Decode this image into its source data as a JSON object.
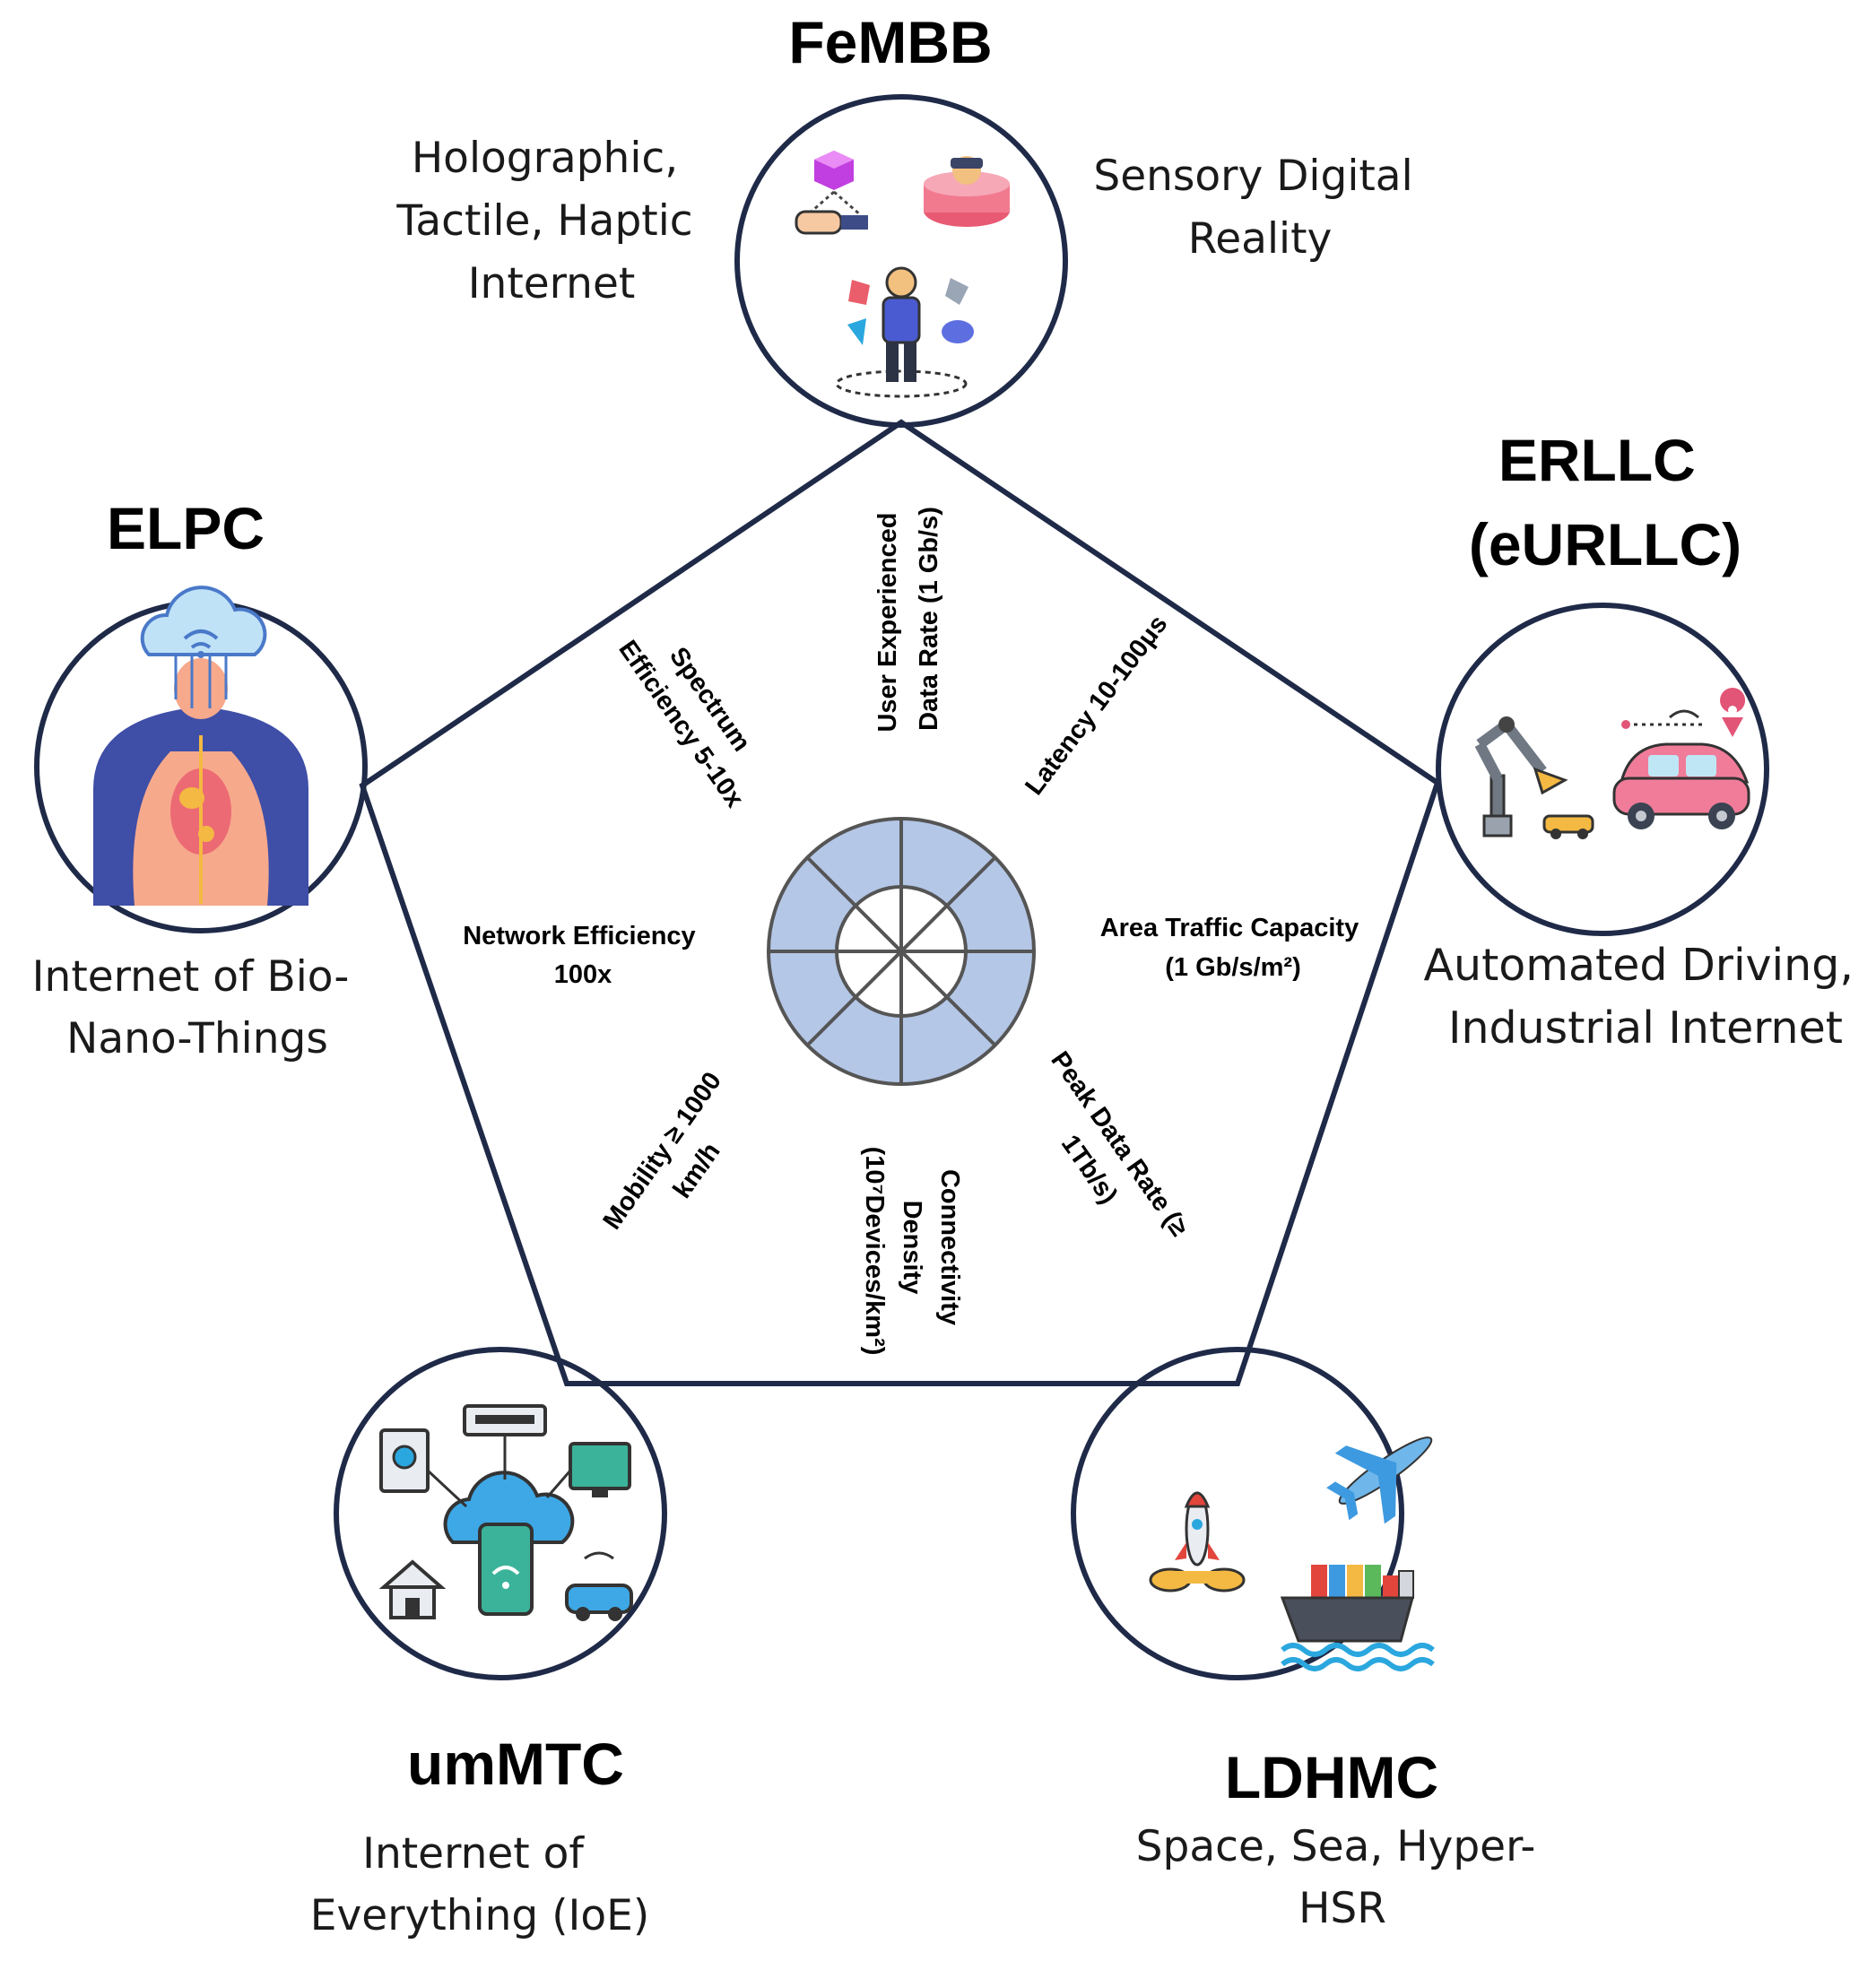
{
  "colors": {
    "outline": "#1f2a48",
    "center_ring": "#b4c7e7",
    "spoke": "#555555"
  },
  "nodes": {
    "top": {
      "title": "FeMBB",
      "left_desc": [
        "Holographic,",
        "Tactile, Haptic",
        "Internet"
      ],
      "right_desc": [
        "Sensory Digital",
        "Reality"
      ],
      "icons": [
        "hologram-hand-icon",
        "vr-headset-icon",
        "immersive-user-icon"
      ]
    },
    "right": {
      "title": [
        "ERLLC",
        "(eURLLC)"
      ],
      "desc": [
        "Automated Driving,",
        "Industrial Internet"
      ],
      "icons": [
        "robot-arm-icon",
        "connected-car-icon"
      ]
    },
    "bottom_right": {
      "title": "LDHMC",
      "desc": [
        "Space, Sea, Hyper-",
        "HSR"
      ],
      "icons": [
        "rocket-icon",
        "airplane-icon",
        "cargo-ship-icon"
      ]
    },
    "bottom_left": {
      "title": "umMTC",
      "desc": [
        "Internet of",
        "Everything (IoE)"
      ],
      "icons": [
        "iot-cloud-icon"
      ]
    },
    "left": {
      "title": "ELPC",
      "desc": [
        "Internet of Bio-",
        "Nano-Things"
      ],
      "icons": [
        "bio-body-cloud-icon"
      ]
    }
  },
  "kpis": {
    "spectrum": [
      "Spectrum",
      "Efficiency 5-10x"
    ],
    "user_rate": [
      "User Experienced",
      "Data Rate (1 Gb/s)"
    ],
    "latency": "Latency 10-100μs",
    "network": [
      "Network Efficiency",
      "100x"
    ],
    "area": [
      "Area Traffic Capacity",
      "(1 Gb/s/m²)"
    ],
    "mobility": [
      "Mobility ≥ 1000",
      "km/h"
    ],
    "connectivity": [
      "Connectivity",
      "Density",
      "(10⁷Devices/km²)"
    ],
    "peak": [
      "Peak Data Rate (≥",
      "1Tb/s)"
    ]
  }
}
